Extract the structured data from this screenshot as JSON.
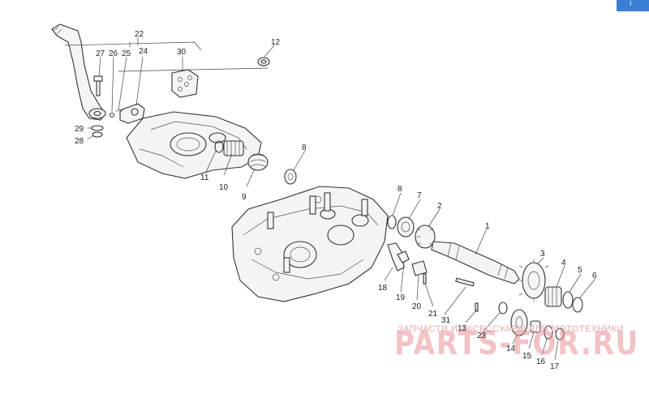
{
  "corner_tab": {
    "label": "i"
  },
  "callouts": [
    {
      "id": "1",
      "text": "1"
    },
    {
      "id": "2",
      "text": "2"
    },
    {
      "id": "3",
      "text": "3"
    },
    {
      "id": "4",
      "text": "4"
    },
    {
      "id": "5",
      "text": "5"
    },
    {
      "id": "6",
      "text": "6"
    },
    {
      "id": "7",
      "text": "7"
    },
    {
      "id": "8a",
      "text": "8"
    },
    {
      "id": "8b",
      "text": "8"
    },
    {
      "id": "9",
      "text": "9"
    },
    {
      "id": "10",
      "text": "10"
    },
    {
      "id": "11",
      "text": "11"
    },
    {
      "id": "12",
      "text": "12"
    },
    {
      "id": "13",
      "text": "13"
    },
    {
      "id": "14",
      "text": "14"
    },
    {
      "id": "15",
      "text": "15"
    },
    {
      "id": "16",
      "text": "16"
    },
    {
      "id": "17",
      "text": "17"
    },
    {
      "id": "18",
      "text": "18"
    },
    {
      "id": "19",
      "text": "19"
    },
    {
      "id": "20",
      "text": "20"
    },
    {
      "id": "21",
      "text": "21"
    },
    {
      "id": "22",
      "text": "22"
    },
    {
      "id": "23",
      "text": "23"
    },
    {
      "id": "24",
      "text": "24"
    },
    {
      "id": "25",
      "text": "25"
    },
    {
      "id": "26",
      "text": "26"
    },
    {
      "id": "27",
      "text": "27"
    },
    {
      "id": "28",
      "text": "28"
    },
    {
      "id": "29",
      "text": "29"
    },
    {
      "id": "30",
      "text": "30"
    },
    {
      "id": "31",
      "text": "31"
    }
  ],
  "watermark": {
    "tagline": "ЗАПЧАСТИ И АКСЕССУАРЫ ДЛЯ МОТОТЕХНИКИ",
    "brand": "PARTS-FOR.RU"
  }
}
